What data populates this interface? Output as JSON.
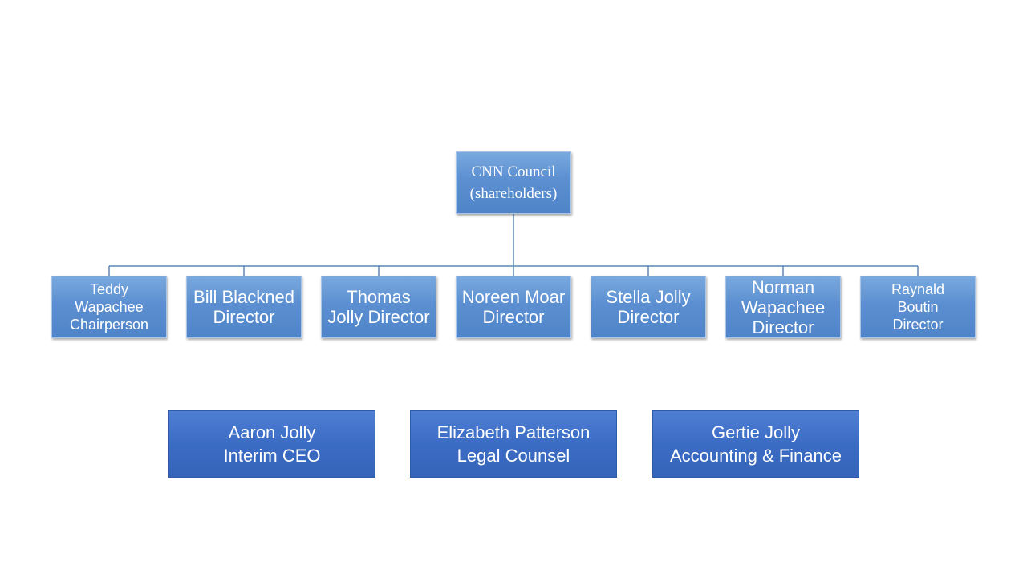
{
  "colors": {
    "node_fill": "#5b8fd1",
    "node_border": "#a9c6e6",
    "staff_fill": "#3b6cc4",
    "connector": "#5b87b6"
  },
  "root": {
    "lines": [
      "CNN Council",
      "(shareholders)"
    ]
  },
  "members": [
    {
      "lines": [
        "Teddy",
        "Wapachee",
        "Chairperson"
      ]
    },
    {
      "lines": [
        "Bill Blackned",
        "Director"
      ]
    },
    {
      "lines": [
        "Thomas",
        "Jolly Director"
      ]
    },
    {
      "lines": [
        "Noreen Moar",
        "Director"
      ]
    },
    {
      "lines": [
        "Stella Jolly",
        "Director"
      ]
    },
    {
      "lines": [
        "Norman",
        "Wapachee",
        "Director"
      ]
    },
    {
      "lines": [
        "Raynald",
        "Boutin",
        "Director"
      ]
    }
  ],
  "staff": [
    {
      "lines": [
        "Aaron Jolly",
        "Interim CEO"
      ]
    },
    {
      "lines": [
        "Elizabeth Patterson",
        "Legal Counsel"
      ]
    },
    {
      "lines": [
        "Gertie Jolly",
        "Accounting & Finance"
      ]
    }
  ]
}
